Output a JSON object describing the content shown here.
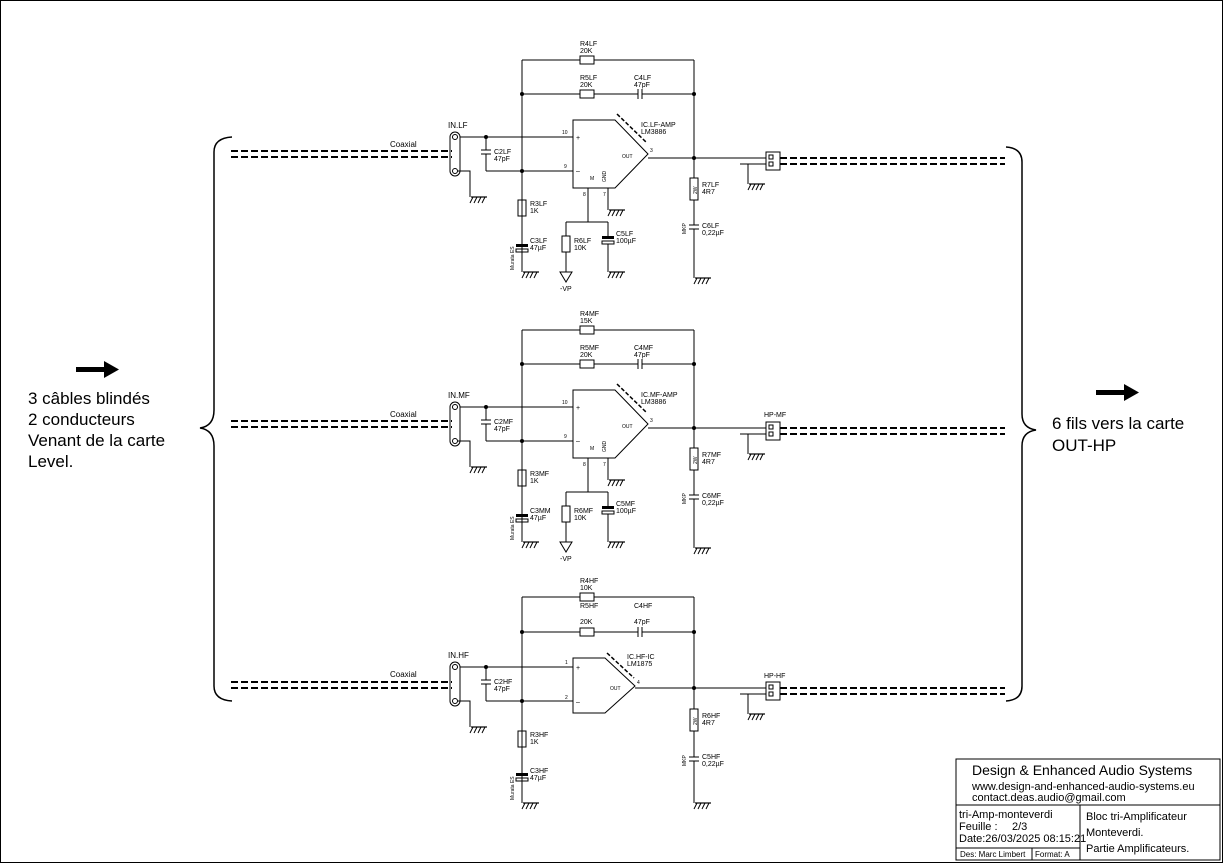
{
  "left_note": {
    "lines": [
      "3 câbles blindés",
      "2 conducteurs",
      "Venant de la carte",
      "Level."
    ]
  },
  "right_note": {
    "lines": [
      "6 fils vers la carte",
      "OUT-HP"
    ]
  },
  "common": {
    "coax_label": "Coaxial",
    "vp_label": "-VP",
    "pin_plus": "+",
    "pin_minus": "–",
    "pin_out": "OUT",
    "pin_m": "M",
    "pin_gnd": "GND",
    "watt_label": "2W",
    "mkp_label": "MKP",
    "elec_label": "Murata ES"
  },
  "stages": [
    {
      "id": "lf",
      "input": "IN.LF",
      "ic_name": "IC.LF-AMP",
      "ic_part": "LM3886",
      "pin_in_plus": "10",
      "pin_in_minus": "9",
      "pin_out_num": "3",
      "pin_gnd_num": "7",
      "pin_m_num": "8",
      "r4": "R4LF",
      "r4_val": "20K",
      "r5": "R5LF",
      "r5_val": "20K",
      "c4": "C4LF",
      "c4_val": "47pF",
      "c2": "C2LF",
      "c2_val": "47pF",
      "r3": "R3LF",
      "r3_val": "1K",
      "c3": "C3LF",
      "c3_val": "47µF",
      "r6": "R6LF",
      "r6_val": "10K",
      "c5": "C5LF",
      "c5_val": "100µF",
      "r7": "R7LF",
      "r7_val": "4R7",
      "c6": "C6LF",
      "c6_val": "0,22µF",
      "hp": ""
    },
    {
      "id": "mf",
      "input": "IN.MF",
      "ic_name": "IC.MF-AMP",
      "ic_part": "LM3886",
      "pin_in_plus": "10",
      "pin_in_minus": "9",
      "pin_out_num": "3",
      "pin_gnd_num": "7",
      "pin_m_num": "8",
      "r4": "R4MF",
      "r4_val": "15K",
      "r5": "R5MF",
      "r5_val": "20K",
      "c4": "C4MF",
      "c4_val": "47pF",
      "c2": "C2MF",
      "c2_val": "47pF",
      "r3": "R3MF",
      "r3_val": "1K",
      "c3": "C3MM",
      "c3_val": "47µF",
      "r6": "R6MF",
      "r6_val": "10K",
      "c5": "C5MF",
      "c5_val": "100µF",
      "r7": "R7MF",
      "r7_val": "4R7",
      "c6": "C6MF",
      "c6_val": "0,22µF",
      "hp": "HP-MF"
    },
    {
      "id": "hf",
      "input": "IN.HF",
      "ic_name": "IC.HF-IC",
      "ic_part": "LM1875",
      "pin_in_plus": "1",
      "pin_in_minus": "2",
      "pin_out_num": "4",
      "r4": "R4HF",
      "r4_val": "10K",
      "r5": "R5HF",
      "r5_val": "20K",
      "c4": "C4HF",
      "c4_val": "47pF",
      "c2": "C2HF",
      "c2_val": "47pF",
      "r3": "R3HF",
      "r3_val": "1K",
      "c3": "C3HF",
      "c3_val": "47µF",
      "r6": "R6HF",
      "r6_val": "4R7",
      "c5": "C5HF",
      "c5_val": "0,22µF",
      "hp": "HP-HF"
    }
  ],
  "title_block": {
    "company": "Design & Enhanced Audio Systems",
    "website": "www.design-and-enhanced-audio-systems.eu",
    "email": "contact.deas.audio@gmail.com",
    "project": "tri-Amp-monteverdi",
    "sheet_label": "Feuille :",
    "sheet_value": "2/3",
    "date": "Date:26/03/2025 08:15:21",
    "designer": "Des: Marc Limbert",
    "format": "Format: A",
    "desc_line1": "Bloc  tri-Amplificateur",
    "desc_line2": "Monteverdi.",
    "desc_line3": "Partie Amplificateurs."
  }
}
